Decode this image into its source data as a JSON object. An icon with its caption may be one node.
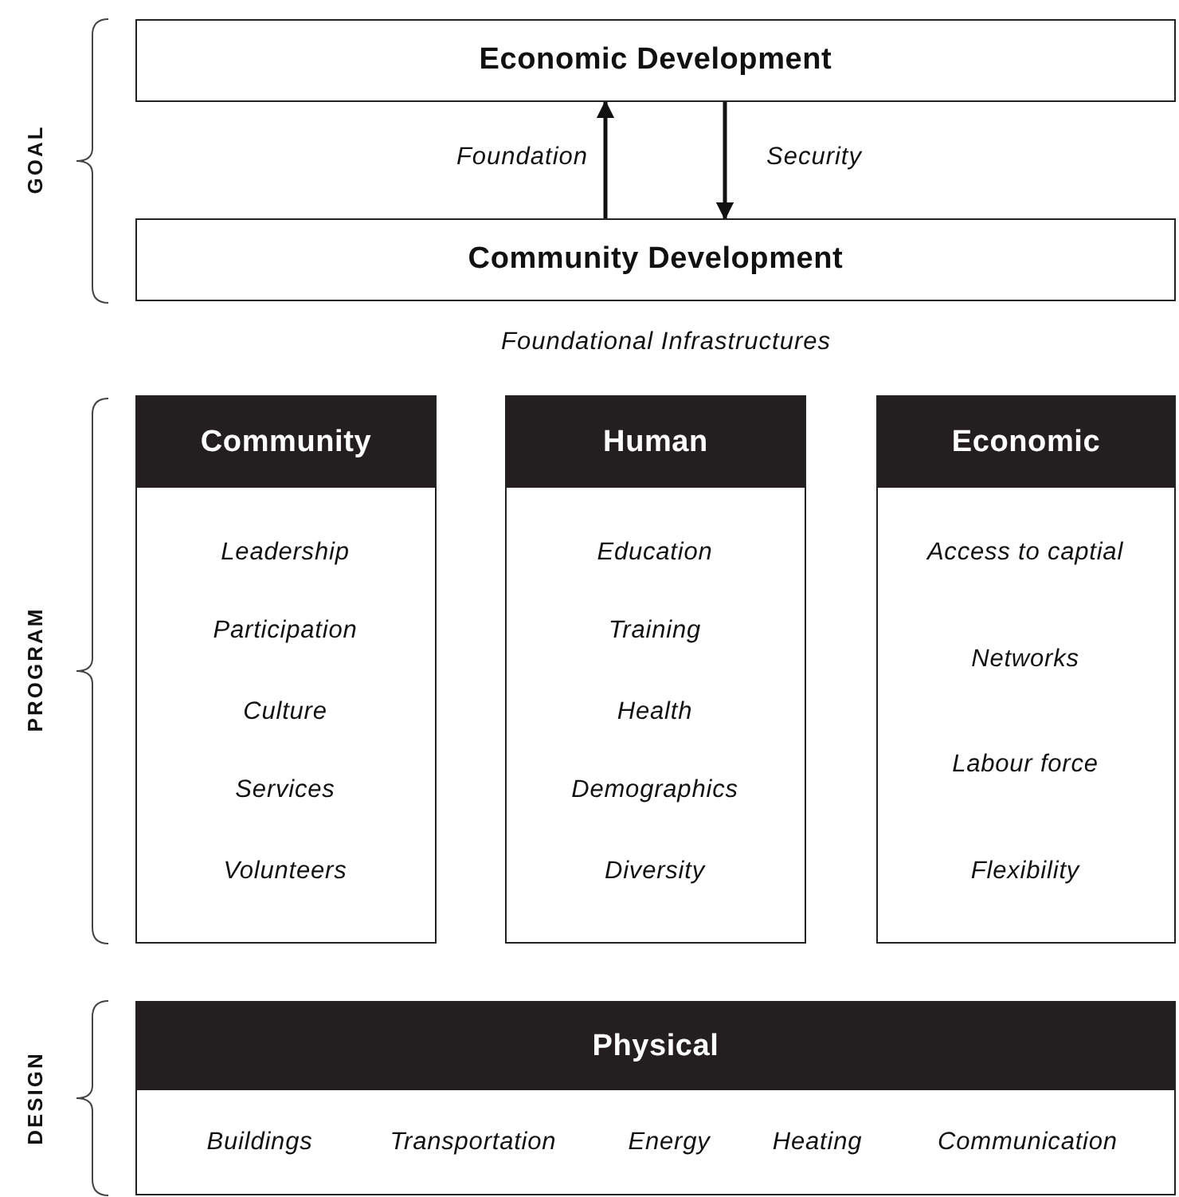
{
  "diagram": {
    "nodes": [
      {
        "text": [
          "Economic Development"
        ]
      },
      {
        "text": [
          "Community Development"
        ]
      },
      {
        "text": [
          "Community",
          "Leadership",
          "Participation",
          "Culture",
          "Services",
          "Volunteers"
        ]
      },
      {
        "text": [
          "Human",
          "Education",
          "Training",
          "Health",
          "Demographics",
          "Diversity"
        ]
      },
      {
        "text": [
          "Economic",
          "Access to captial",
          "Networks",
          "Labour force",
          "Flexibility"
        ]
      },
      {
        "text": [
          "Physical",
          "Buildings",
          "Transportation",
          "Energy",
          "Heating",
          "Communication"
        ]
      }
    ],
    "edges": [
      {
        "from": 1,
        "to": 0,
        "arrow": "to",
        "label": "Foundation"
      },
      {
        "from": 0,
        "to": 1,
        "arrow": "to",
        "label": "Security"
      }
    ],
    "labels": [
      "GOAL",
      "Foundational Infrastructures",
      "PROGRAM",
      "DESIGN"
    ]
  }
}
